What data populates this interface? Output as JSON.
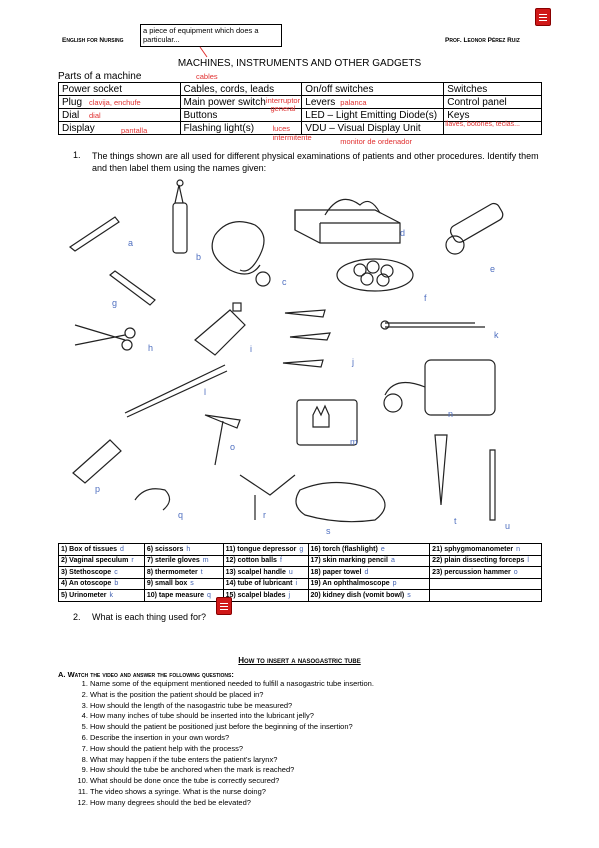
{
  "header": {
    "left": "English for Nursing",
    "right": "Prof. Leonor Pérez Ruiz",
    "callout": "a piece of equipment which does a particular...",
    "title": "MACHINES, INSTRUMENTS AND OTHER GADGETS",
    "title_note": "cables"
  },
  "parts": {
    "heading": "Parts of a machine",
    "rows": [
      [
        "Power socket",
        "Cables, cords, leads",
        "On/off switches",
        "Switches"
      ],
      [
        "Plug",
        "Main power switch",
        "Levers",
        "Control panel"
      ],
      [
        "Dial",
        "Buttons",
        "LED – Light Emitting Diode(s)",
        "Keys"
      ],
      [
        "Display",
        "Flashing light(s)",
        "VDU – Visual Display Unit",
        ""
      ]
    ],
    "notes": {
      "plug": "clavija, enchufe",
      "main_power": "interruptor general",
      "levers": "palanca",
      "dial": "dial",
      "display": "pantalla",
      "flashing": "luces intermitente",
      "vdu": "monitor de ordenador",
      "keys": "llaves, botones, teclas..."
    }
  },
  "q1": {
    "num": "1.",
    "text": "The things shown are all used for different physical examinations of patients and other procedures. Identify them and then label them using the names given:"
  },
  "image_letters": [
    "a",
    "b",
    "c",
    "d",
    "e",
    "f",
    "g",
    "h",
    "i",
    "j",
    "k",
    "l",
    "m",
    "n",
    "o",
    "p",
    "q",
    "r",
    "s",
    "t",
    "u"
  ],
  "labels": [
    [
      [
        "1) Box of tissues",
        "d"
      ],
      [
        "6) scissors",
        "h"
      ],
      [
        "11) tongue depressor",
        "g"
      ],
      [
        "16) torch (flashlight)",
        "e"
      ],
      [
        "21) sphygmomanometer",
        "n"
      ]
    ],
    [
      [
        "2) Vaginal speculum",
        "r"
      ],
      [
        "7) sterile gloves",
        "m"
      ],
      [
        "12) cotton balls",
        "f"
      ],
      [
        "17) skin marking pencil",
        "a"
      ],
      [
        "22) plain dissecting forceps",
        "l"
      ]
    ],
    [
      [
        "3) Stethoscope",
        "c"
      ],
      [
        "8) thermometer",
        "t"
      ],
      [
        "13) scalpel handle",
        "u"
      ],
      [
        "18) paper towel",
        "d"
      ],
      [
        "23) percussion hammer",
        "o"
      ]
    ],
    [
      [
        "4) An otoscope",
        "b"
      ],
      [
        "9) small box",
        "s"
      ],
      [
        "14) tube of lubricant",
        "i"
      ],
      [
        "19) An ophthalmoscope",
        "p"
      ],
      [
        "",
        ""
      ]
    ],
    [
      [
        "5) Urinometer",
        "k"
      ],
      [
        "10) tape measure",
        "q"
      ],
      [
        "15) scalpel blades",
        "j"
      ],
      [
        "20) kidney dish (vomit bowl)",
        "s"
      ],
      [
        "",
        ""
      ]
    ]
  ],
  "q2": {
    "num": "2.",
    "text": "What is each thing used for?"
  },
  "section": {
    "title": "How to insert a nasogastric tube",
    "subtitle": "A. Watch the video and answer the following questions:",
    "questions": [
      "Name some of the equipment mentioned needed to fulfill a nasogastric tube insertion.",
      "What is the position the patient should be placed in?",
      "How should the length of the nasogastric tube be measured?",
      "How many inches of tube should be inserted into the lubricant jelly?",
      "How should the patient be positioned just before the beginning of the insertion?",
      "Describe the insertion in your own words?",
      "How should the patient help with the process?",
      "What may happen if the tube enters the patient's larynx?",
      "How should the tube be anchored when the mark is reached?",
      "What should be done once the tube is correctly secured?",
      "The video shows a syringe. What is the nurse doing?",
      "How many degrees should the bed be elevated?"
    ]
  }
}
